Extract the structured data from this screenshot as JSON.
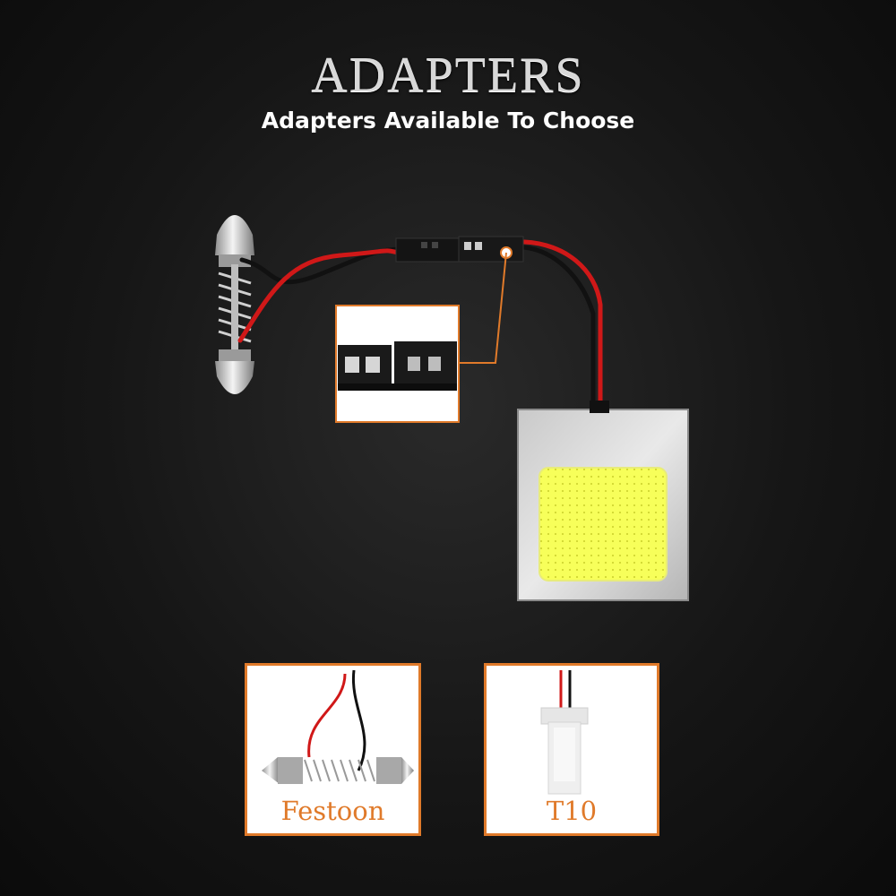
{
  "header": {
    "title": "ADAPTERS",
    "subtitle": "Adapters Available To Choose"
  },
  "adapters": [
    {
      "label": "Festoon",
      "icon": "festoon-bulb-icon"
    },
    {
      "label": "T10",
      "icon": "t10-socket-icon"
    }
  ],
  "colors": {
    "accent": "#e07a2a",
    "background": "#151515",
    "led": "#f7ff5a"
  }
}
